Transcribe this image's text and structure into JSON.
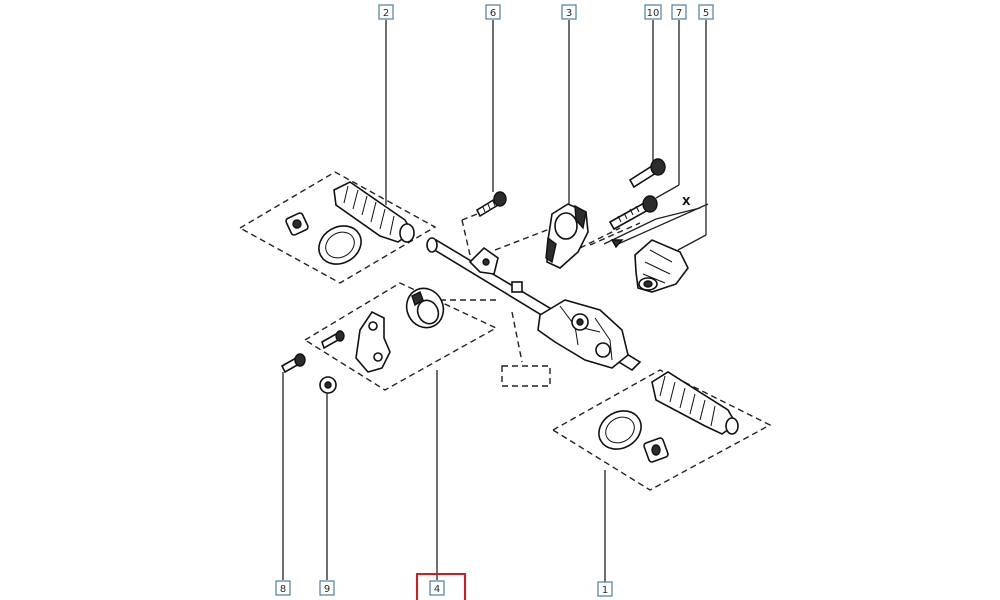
{
  "callouts": [
    {
      "id": "c2",
      "label": "2"
    },
    {
      "id": "c6",
      "label": "6"
    },
    {
      "id": "c3",
      "label": "3"
    },
    {
      "id": "c10",
      "label": "10"
    },
    {
      "id": "c7",
      "label": "7"
    },
    {
      "id": "c5",
      "label": "5"
    },
    {
      "id": "c8",
      "label": "8"
    },
    {
      "id": "c9",
      "label": "9"
    },
    {
      "id": "c4",
      "label": "4"
    },
    {
      "id": "c1",
      "label": "1"
    }
  ],
  "dimension_label": "X",
  "highlighted_callout": "4",
  "colors": {
    "callout_border": "#4a7da8",
    "highlight": "#e01818",
    "line": "#111111"
  }
}
